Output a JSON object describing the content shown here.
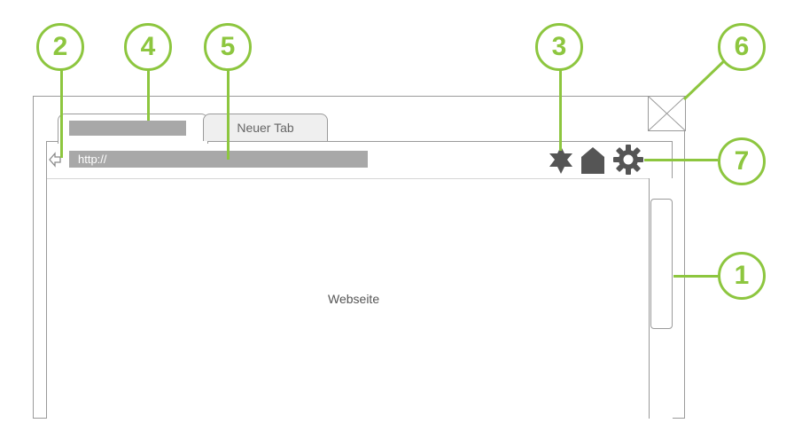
{
  "browser": {
    "tabs": [
      {
        "label": ""
      },
      {
        "label": "Neuer Tab"
      }
    ],
    "address": {
      "value": "http://"
    },
    "content_label": "Webseite"
  },
  "icons": [
    "back-arrow-icon",
    "bookmark-star-icon",
    "home-icon",
    "settings-gear-icon",
    "close-icon"
  ],
  "callouts": [
    "1",
    "2",
    "3",
    "4",
    "5",
    "6",
    "7"
  ],
  "colors": {
    "accent": "#8dc63f",
    "outline": "#9a9a9a",
    "placeholder_bar": "#a8a8a8",
    "icon": "#555555"
  }
}
